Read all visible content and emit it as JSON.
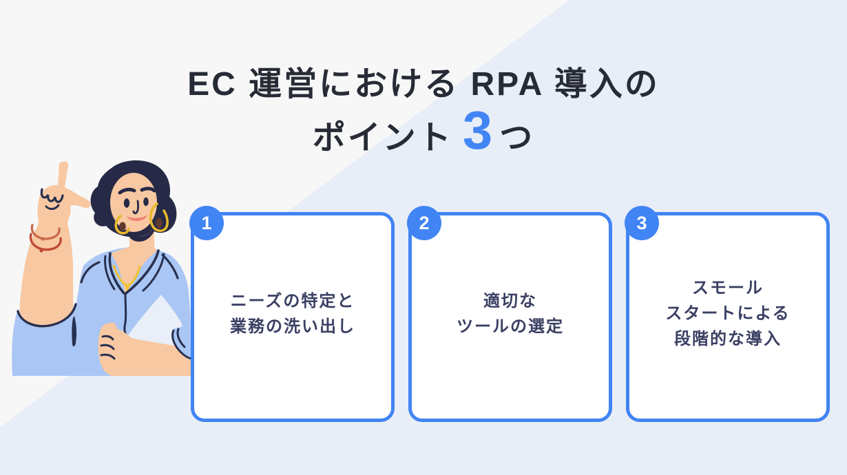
{
  "title": {
    "line1": "EC 運営における RPA 導入の",
    "line2_prefix": "ポイント",
    "line2_count": "3",
    "line2_suffix": "つ"
  },
  "cards": [
    {
      "number": "1",
      "lines": [
        "ニーズの特定と",
        "業務の洗い出し"
      ]
    },
    {
      "number": "2",
      "lines": [
        "適切な",
        "ツールの選定"
      ]
    },
    {
      "number": "3",
      "lines": [
        "スモール",
        "スタートによる",
        "段階的な導入"
      ]
    }
  ],
  "illustration": {
    "name": "woman-pointing-up"
  },
  "colors": {
    "accent_blue": "#4184f4",
    "big_three_blue": "#4285f4",
    "bg_offwhite": "#f7f7f7",
    "bg_light_blue": "#e8eef7",
    "title_text": "#272b35",
    "card_text": "#3a3f63"
  }
}
